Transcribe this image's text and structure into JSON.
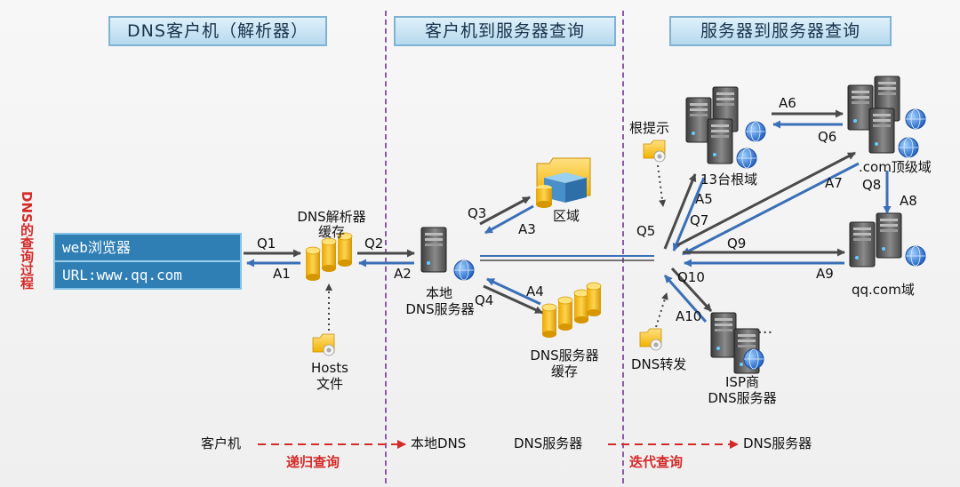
{
  "headers": {
    "client": "DNS客户机（解析器）",
    "client_to_server": "客户机到服务器查询",
    "server_to_server": "服务器到服务器查询"
  },
  "side_title": "DNS的查询过程",
  "browser": {
    "title": "web浏览器",
    "url": "URL:www.qq.com"
  },
  "nodes": {
    "resolver_cache": "DNS解析器缓存",
    "hosts": [
      "Hosts",
      "文件"
    ],
    "local_dns": [
      "本地",
      "DNS服务器"
    ],
    "zone": "区域",
    "dns_cache": [
      "DNS服务器",
      "缓存"
    ],
    "root_hint": "根提示",
    "root": "13台根域",
    "com": ".com顶级域",
    "qq": "qq.com域",
    "forwarder": "DNS转发",
    "isp": [
      "ISP商",
      "DNS服务器"
    ]
  },
  "arrows": {
    "Q1": "Q1",
    "A1": "A1",
    "Q2": "Q2",
    "A2": "A2",
    "Q3": "Q3",
    "A3": "A3",
    "Q4": "Q4",
    "A4": "A4",
    "Q5": "Q5",
    "A5": "A5",
    "A6": "A6",
    "Q6": "Q6",
    "Q7": "Q7",
    "A7": "A7",
    "Q8": "Q8",
    "A8": "A8",
    "Q9": "Q9",
    "A9": "A9",
    "Q10": "Q10",
    "A10": "A10"
  },
  "bottom": {
    "client": "客户机",
    "recursive": "递归查询",
    "local_dns": "本地DNS",
    "dns_server_left": "DNS服务器",
    "iterative": "迭代查询",
    "dns_server_right": "DNS服务器"
  },
  "ellipsis": "···",
  "colors": {
    "header_fill": "#c8e6f6",
    "separator": "#8d5aa8",
    "arrow_blue": "#3b6fb6",
    "arrow_gray": "#4a4a4a",
    "red": "#d42a2a",
    "browser": "#2f7fb5"
  }
}
